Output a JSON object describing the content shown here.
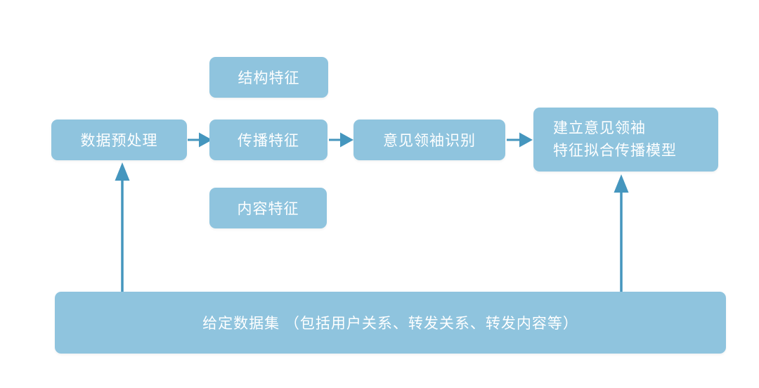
{
  "diagram": {
    "colors": {
      "box_fill": "#8FC4DE",
      "arrow": "#4596BE",
      "text": "#FFFFFF",
      "background": "#FFFFFF"
    },
    "nodes": {
      "structure_feature": {
        "label": "结构特征"
      },
      "data_preprocessing": {
        "label": "数据预处理"
      },
      "propagation_feature": {
        "label": "传播特征"
      },
      "opinion_leader_identification": {
        "label": "意见领袖识别"
      },
      "build_model": {
        "line1": "建立意见领袖",
        "line2": "特征拟合传播模型"
      },
      "content_feature": {
        "label": "内容特征"
      },
      "dataset": {
        "label": "给定数据集 （包括用户关系、转发关系、转发内容等）"
      }
    },
    "edges": [
      {
        "from": "data_preprocessing",
        "to": "propagation_feature",
        "direction": "right"
      },
      {
        "from": "propagation_feature",
        "to": "opinion_leader_identification",
        "direction": "right"
      },
      {
        "from": "opinion_leader_identification",
        "to": "build_model",
        "direction": "right"
      },
      {
        "from": "dataset",
        "to": "data_preprocessing",
        "direction": "up"
      },
      {
        "from": "dataset",
        "to": "build_model",
        "direction": "up"
      }
    ]
  }
}
